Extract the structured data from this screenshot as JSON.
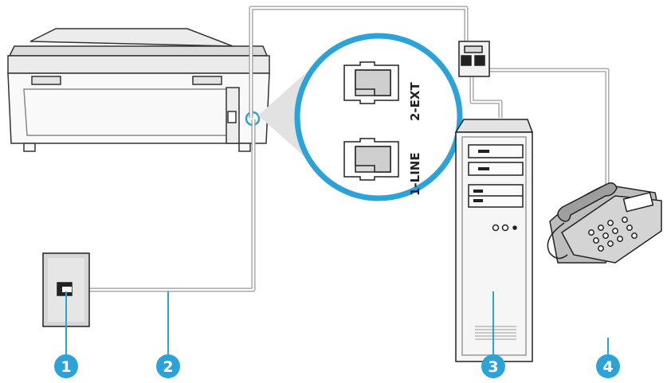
{
  "ports": {
    "line_label": "1-LINE",
    "ext_label": "2-EXT"
  },
  "callouts": [
    "1",
    "2",
    "3",
    "4"
  ],
  "colors": {
    "accent": "#2ba3d8",
    "outline": "#333333",
    "cable": "#999999",
    "fill_light": "#f2f2f2",
    "fill_mid": "#d9d9d9"
  }
}
